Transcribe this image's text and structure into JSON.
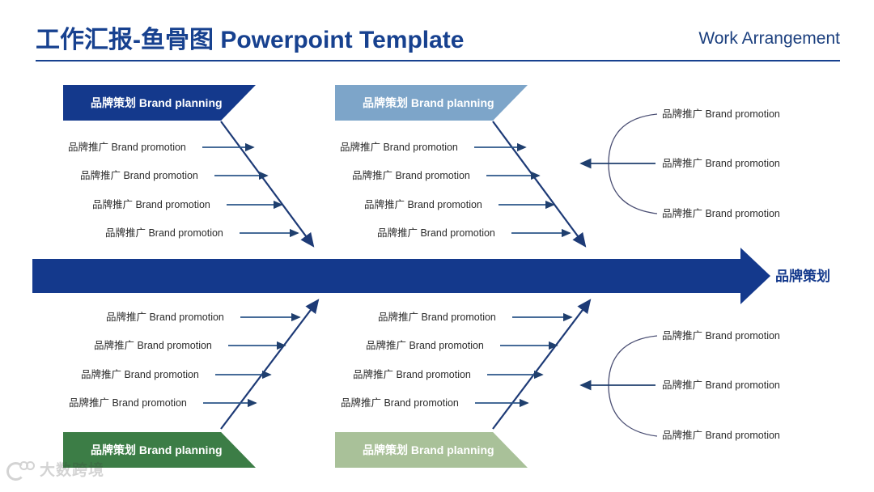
{
  "header": {
    "title": "工作汇报-鱼骨图 Powerpoint Template",
    "subtitle": "Work Arrangement",
    "title_color": "#17418f",
    "rule_color": "#17418f"
  },
  "diagram": {
    "type": "fishbone",
    "spine": {
      "label": "品牌策划",
      "color": "#14398c",
      "direction": "right"
    },
    "branches": [
      {
        "id": "top-left",
        "position": "top",
        "banner_label": "品牌策划 Brand planning",
        "banner_color": "#14398c",
        "causes": [
          "品牌推广 Brand promotion",
          "品牌推广 Brand promotion",
          "品牌推广 Brand promotion",
          "品牌推广 Brand promotion"
        ]
      },
      {
        "id": "top-right",
        "position": "top",
        "banner_label": "品牌策划 Brand planning",
        "banner_color": "#7da5c9",
        "causes": [
          "品牌推广 Brand promotion",
          "品牌推广 Brand promotion",
          "品牌推广 Brand promotion",
          "品牌推广 Brand promotion"
        ]
      },
      {
        "id": "bottom-left",
        "position": "bottom",
        "banner_label": "品牌策划 Brand planning",
        "banner_color": "#3c7d46",
        "causes": [
          "品牌推广 Brand promotion",
          "品牌推广 Brand promotion",
          "品牌推广 Brand promotion",
          "品牌推广 Brand promotion"
        ]
      },
      {
        "id": "bottom-right",
        "position": "bottom",
        "banner_label": "品牌策划 Brand planning",
        "banner_color": "#a9c199",
        "causes": [
          "品牌推广 Brand promotion",
          "品牌推广 Brand promotion",
          "品牌推广 Brand promotion",
          "品牌推广 Brand promotion"
        ]
      }
    ],
    "brace_groups": [
      {
        "id": "top-brace",
        "position": "top",
        "items": [
          "品牌推广 Brand promotion",
          "品牌推广 Brand promotion",
          "品牌推广 Brand promotion"
        ]
      },
      {
        "id": "bottom-brace",
        "position": "bottom",
        "items": [
          "品牌推广 Brand promotion",
          "品牌推广 Brand promotion",
          "品牌推广 Brand promotion"
        ]
      }
    ]
  },
  "watermark": {
    "text": "大数跨境"
  }
}
